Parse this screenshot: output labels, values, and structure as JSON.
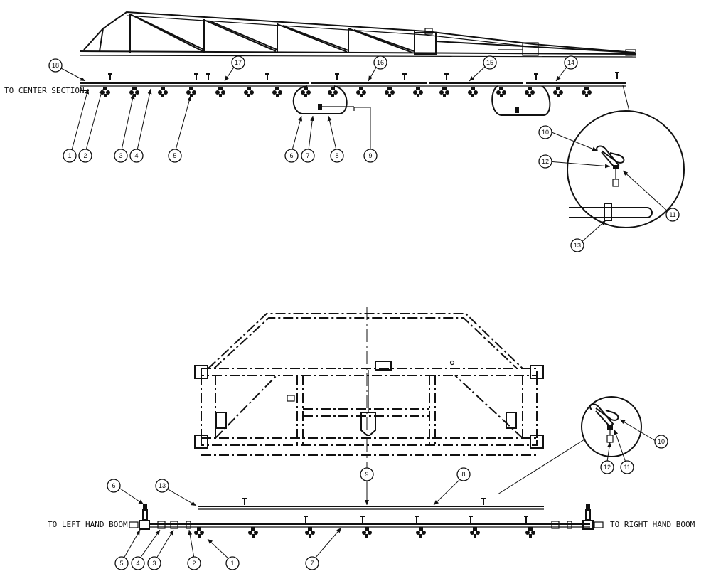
{
  "labels": {
    "to_center_section": "TO CENTER SECTION",
    "to_left_hand_boom": "TO LEFT HAND BOOM",
    "to_right_hand_boom": "TO RIGHT HAND BOOM"
  },
  "top_view": {
    "balloons": [
      "18",
      "17",
      "16",
      "15",
      "14",
      "1",
      "2",
      "3",
      "4",
      "5",
      "6",
      "7",
      "8",
      "9",
      "10",
      "11",
      "12",
      "13"
    ]
  },
  "bottom_view": {
    "balloons": [
      "6",
      "13",
      "9",
      "8",
      "5",
      "4",
      "3",
      "2",
      "1",
      "7",
      "12",
      "11",
      "10"
    ]
  }
}
